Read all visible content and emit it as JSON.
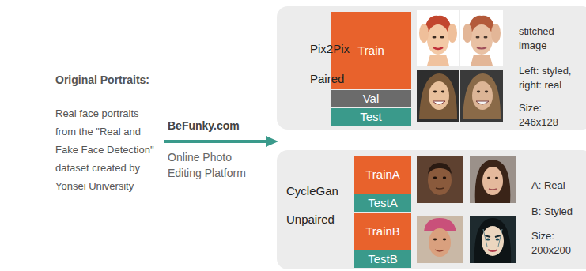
{
  "diagram": {
    "nodes": [
      {
        "text": [
          "Pix2Pix",
          "Paired",
          "stitched image",
          "Left: styled, right: real",
          "Size: 246x128"
        ]
      },
      {
        "text": [
          "Train"
        ],
        "in": 0
      },
      {
        "text": [
          "Val"
        ],
        "in": 0
      },
      {
        "text": [
          "Test"
        ],
        "in": 0
      },
      {
        "text": [
          "CycleGan",
          "Unpaired",
          "A: Real",
          "B: Styled",
          "Size: 200x200"
        ]
      },
      {
        "text": [
          "TrainA"
        ],
        "in": 4
      },
      {
        "text": [
          "TestA"
        ],
        "in": 4
      },
      {
        "text": [
          "TrainB"
        ],
        "in": 4
      },
      {
        "text": [
          "TestB"
        ],
        "in": 4
      }
    ],
    "labels": [
      "Original Portraits:",
      "Real face portraits from the \"Real and Fake Face Detection\" dataset created by Yonsei University",
      "BeFunky.com",
      "Online Photo Editing Platform"
    ]
  }
}
